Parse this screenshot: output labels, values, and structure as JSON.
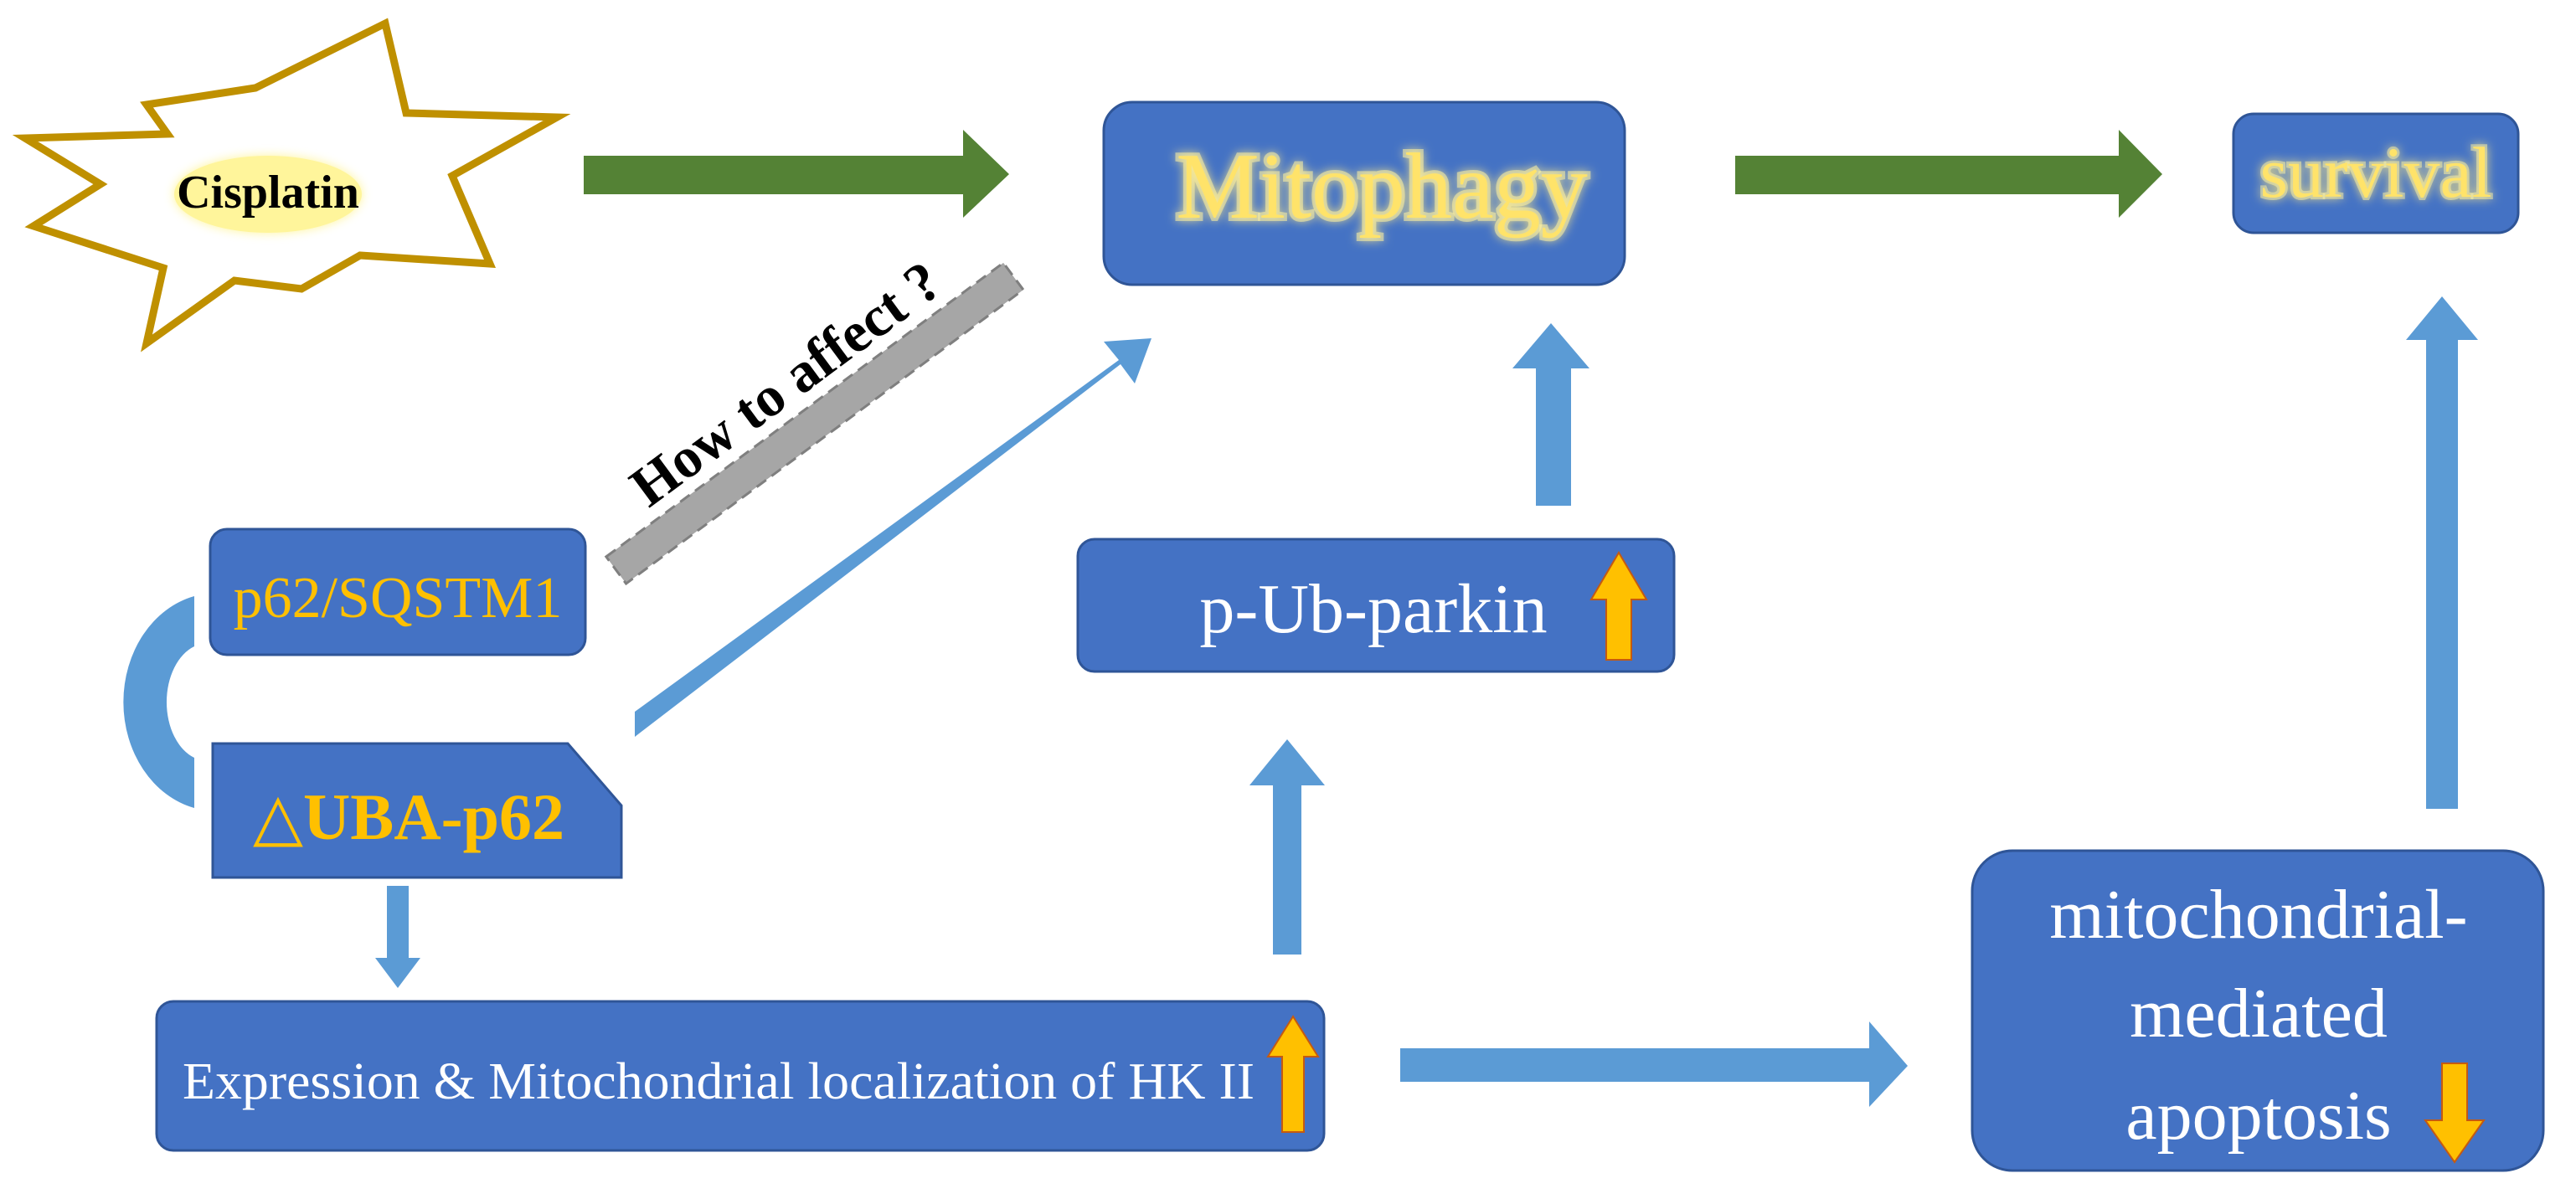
{
  "nodes": {
    "cisplatin": "Cisplatin",
    "mitophagy": "Mitophagy",
    "survival": "survival",
    "p62": "p62/SQSTM1",
    "uba_p62": "△UBA-p62",
    "parkin": "p-Ub-parkin",
    "hk2": "Expression & Mitochondrial localization of HK II",
    "apoptosis_line1": "mitochondrial-",
    "apoptosis_line2": "mediated",
    "apoptosis_line3": "apoptosis"
  },
  "question_label": "How to affect ?",
  "colors": {
    "box_fill": "#4472c4",
    "box_border": "#2f5597",
    "arrow_blue": "#5b9bd5",
    "arrow_green": "#548235",
    "highlight_yellow": "#ffc000",
    "glow_yellow": "#ffe97a",
    "star_border": "#bf9000",
    "question_bar": "#a6a6a6"
  },
  "indicators": {
    "hk2": "up",
    "parkin": "up",
    "apoptosis": "down"
  }
}
